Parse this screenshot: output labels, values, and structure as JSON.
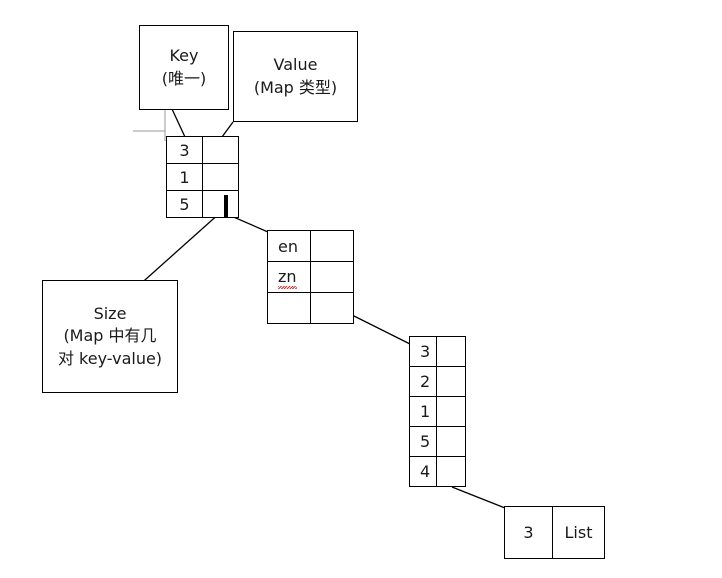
{
  "diagram": {
    "title_visible": false,
    "colors": {
      "stroke": "#000000",
      "faint_stroke": "#9a9a9a",
      "spellcheck_underline": "#d93025",
      "background": "#ffffff"
    },
    "notes": {
      "key": {
        "line1": "Key",
        "line2": "(唯一)"
      },
      "value": {
        "line1": "Value",
        "line2": "(Map 类型)"
      },
      "size": {
        "line1": "Size",
        "line2": "(Map 中有几",
        "line3": "对 key-value)"
      }
    },
    "tables": {
      "outer_map": {
        "rows": [
          {
            "key": "3",
            "value": ""
          },
          {
            "key": "1",
            "value": ""
          },
          {
            "key": "5",
            "value": ""
          }
        ]
      },
      "inner_map": {
        "rows": [
          {
            "key": "en",
            "value": "",
            "spellcheck": false
          },
          {
            "key": "zn",
            "value": "",
            "spellcheck": true
          },
          {
            "key": "",
            "value": "",
            "spellcheck": false
          }
        ]
      },
      "nested_map": {
        "rows": [
          {
            "key": "3",
            "value": ""
          },
          {
            "key": "2",
            "value": ""
          },
          {
            "key": "1",
            "value": ""
          },
          {
            "key": "5",
            "value": ""
          },
          {
            "key": "4",
            "value": ""
          }
        ]
      },
      "leaf_entry": {
        "rows": [
          {
            "key": "3",
            "value": "List"
          }
        ]
      }
    }
  }
}
